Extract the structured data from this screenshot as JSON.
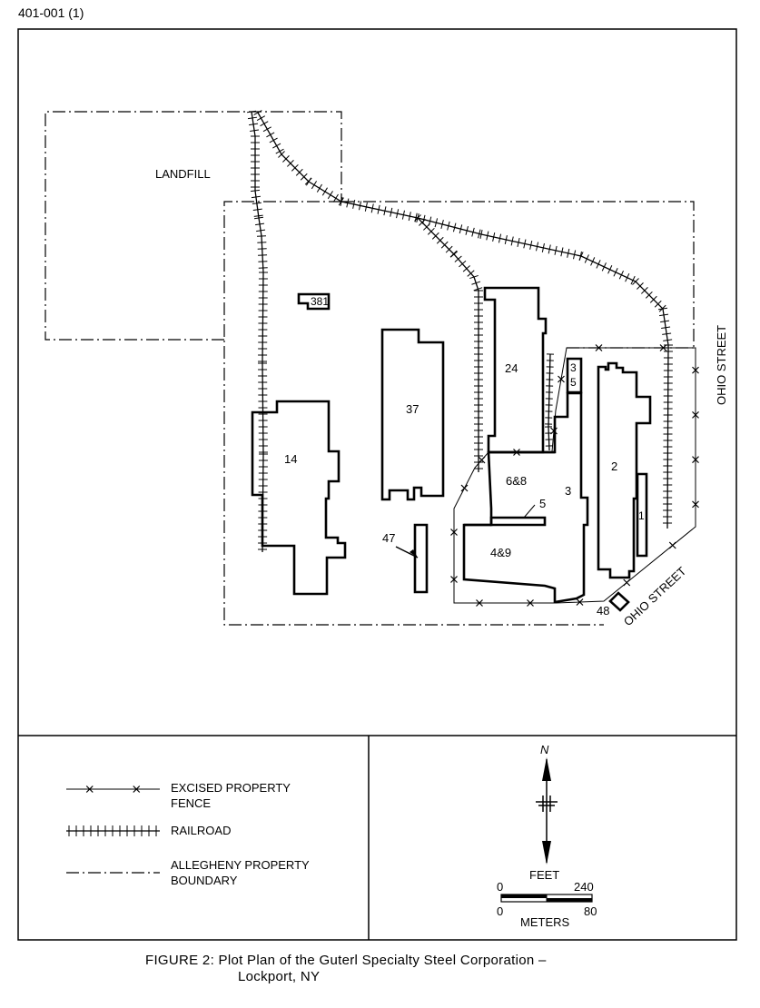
{
  "doc_id": "401-001 (1)",
  "map": {
    "landfill_label": "LANDFILL",
    "street_label_vertical": "OHIO STREET",
    "street_label_diagonal": "OHIO STREET",
    "buildings": {
      "b381": "381",
      "b37": "37",
      "b24": "24",
      "b14": "14",
      "b35_a": "3",
      "b35_b": "5",
      "b2": "2",
      "b1": "1",
      "b68": "6&8",
      "b3": "3",
      "b5": "5",
      "b49": "4&9",
      "b47": "47",
      "b48": "48"
    }
  },
  "legend": {
    "fence_line1": "EXCISED PROPERTY",
    "fence_line2": "FENCE",
    "railroad": "RAILROAD",
    "boundary_line1": "ALLEGHENY PROPERTY",
    "boundary_line2": "BOUNDARY"
  },
  "north": {
    "label": "N",
    "feet_label": "FEET",
    "feet_start": "0",
    "feet_end": "240",
    "meters_label": "METERS",
    "meters_start": "0",
    "meters_end": "80"
  },
  "caption": {
    "line1": "FIGURE 2:  Plot Plan of the Guterl Specialty Steel Corporation –",
    "line2": "Lockport, NY"
  }
}
